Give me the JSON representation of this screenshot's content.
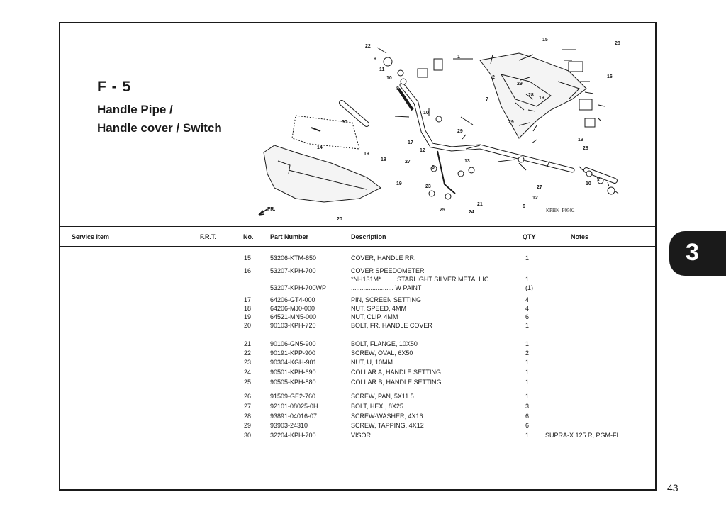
{
  "section": {
    "code": "F - 5",
    "title_line1": "Handle Pipe /",
    "title_line2": "Handle cover / Switch"
  },
  "diagram": {
    "figure_code": "KPHN–F0502",
    "fr_arrow_label": "FR."
  },
  "table": {
    "headers": {
      "service_item": "Service item",
      "frt": "F.R.T.",
      "no": "No.",
      "part_number": "Part Number",
      "description": "Description",
      "qty": "QTY",
      "notes": "Notes"
    },
    "rows": [
      {
        "no": "15",
        "part": "53206-KTM-850",
        "desc": "COVER, HANDLE RR.",
        "qty": "1",
        "notes": ""
      },
      {
        "no": "16",
        "part": "53207-KPH-700",
        "desc": "COVER SPEEDOMETER",
        "qty": "",
        "notes": ""
      },
      {
        "no": "",
        "part": "",
        "desc": "*NH131M* ....... STARLIGHT SILVER METALLIC",
        "qty": "1",
        "notes": ""
      },
      {
        "no": "",
        "part": "53207-KPH-700WP",
        "desc": "........................ W PAINT",
        "qty": "(1)",
        "notes": ""
      },
      {
        "no": "17",
        "part": "64206-GT4-000",
        "desc": "PIN, SCREEN SETTING",
        "qty": "4",
        "notes": ""
      },
      {
        "no": "18",
        "part": "64206-MJ0-000",
        "desc": "NUT, SPEED, 4MM",
        "qty": "4",
        "notes": ""
      },
      {
        "no": "19",
        "part": "64521-MN5-000",
        "desc": "NUT, CLIP, 4MM",
        "qty": "6",
        "notes": ""
      },
      {
        "no": "20",
        "part": "90103-KPH-720",
        "desc": "BOLT, FR. HANDLE COVER",
        "qty": "1",
        "notes": ""
      },
      {
        "no": "21",
        "part": "90106-GN5-900",
        "desc": "BOLT, FLANGE, 10X50",
        "qty": "1",
        "notes": ""
      },
      {
        "no": "22",
        "part": "90191-KPP-900",
        "desc": "SCREW, OVAL, 6X50",
        "qty": "2",
        "notes": ""
      },
      {
        "no": "23",
        "part": "90304-KGH-901",
        "desc": "NUT, U, 10MM",
        "qty": "1",
        "notes": ""
      },
      {
        "no": "24",
        "part": "90501-KPH-690",
        "desc": "COLLAR A, HANDLE SETTING",
        "qty": "1",
        "notes": ""
      },
      {
        "no": "25",
        "part": "90505-KPH-880",
        "desc": "COLLAR B, HANDLE SETTING",
        "qty": "1",
        "notes": ""
      },
      {
        "no": "26",
        "part": "91509-GE2-760",
        "desc": "SCREW, PAN, 5X11.5",
        "qty": "1",
        "notes": ""
      },
      {
        "no": "27",
        "part": "92101-08025-0H",
        "desc": "BOLT, HEX., 8X25",
        "qty": "3",
        "notes": ""
      },
      {
        "no": "28",
        "part": "93891-04016-07",
        "desc": "SCREW-WASHER, 4X16",
        "qty": "6",
        "notes": ""
      },
      {
        "no": "29",
        "part": "93903-24310",
        "desc": "SCREW, TAPPING, 4X12",
        "qty": "6",
        "notes": ""
      },
      {
        "no": "30",
        "part": "32204-KPH-700",
        "desc": "VISOR",
        "qty": "1",
        "notes": "SUPRA-X 125 R, PGM-FI"
      }
    ]
  },
  "chapter_tab": "3",
  "page_number": "43"
}
